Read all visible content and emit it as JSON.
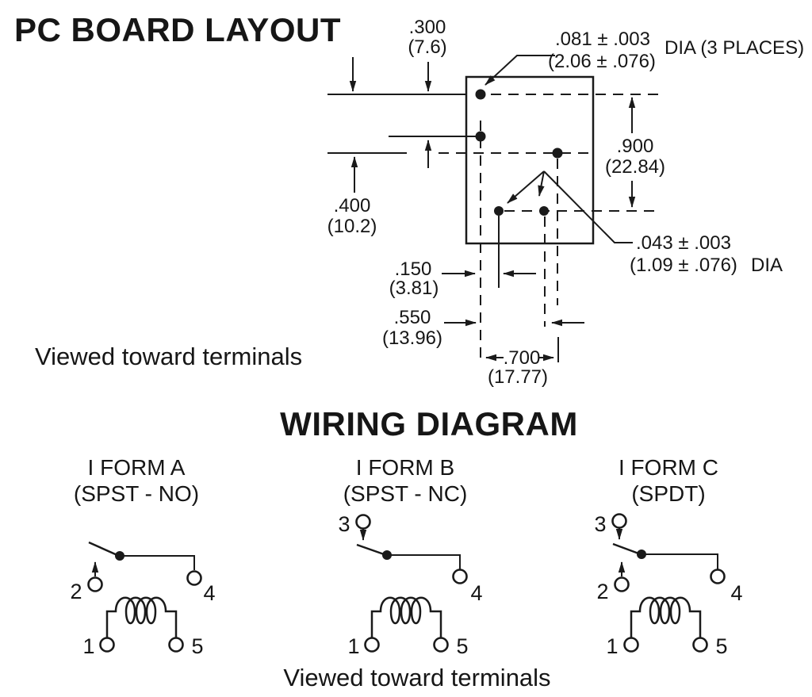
{
  "pcb": {
    "title": "PC BOARD LAYOUT",
    "caption": "Viewed toward terminals",
    "dim_300": {
      "inch": ".300",
      "mm": "(7.6)"
    },
    "dim_400": {
      "inch": ".400",
      "mm": "(10.2)"
    },
    "dim_900": {
      "inch": ".900",
      "mm": "(22.84)"
    },
    "dim_150": {
      "inch": ".150",
      "mm": "(3.81)"
    },
    "dim_550": {
      "inch": ".550",
      "mm": "(13.96)"
    },
    "dim_700": {
      "inch": ".700",
      "mm": "(17.77)"
    },
    "hole_large": {
      "inch": ".081 ± .003",
      "mm": "(2.06 ± .076)",
      "note": "DIA (3 PLACES)"
    },
    "hole_small": {
      "inch": ".043 ± .003",
      "mm": "(1.09 ± .076)",
      "note": "DIA"
    }
  },
  "wiring": {
    "title": "WIRING DIAGRAM",
    "caption": "Viewed toward terminals",
    "forms": [
      {
        "name": "I FORM A",
        "type": "(SPST - NO)",
        "t1": "1",
        "t2": "2",
        "t4": "4",
        "t5": "5"
      },
      {
        "name": "I FORM B",
        "type": "(SPST - NC)",
        "t1": "1",
        "t3": "3",
        "t4": "4",
        "t5": "5"
      },
      {
        "name": "I FORM C",
        "type": "(SPDT)",
        "t1": "1",
        "t2": "2",
        "t3": "3",
        "t4": "4",
        "t5": "5"
      }
    ]
  }
}
